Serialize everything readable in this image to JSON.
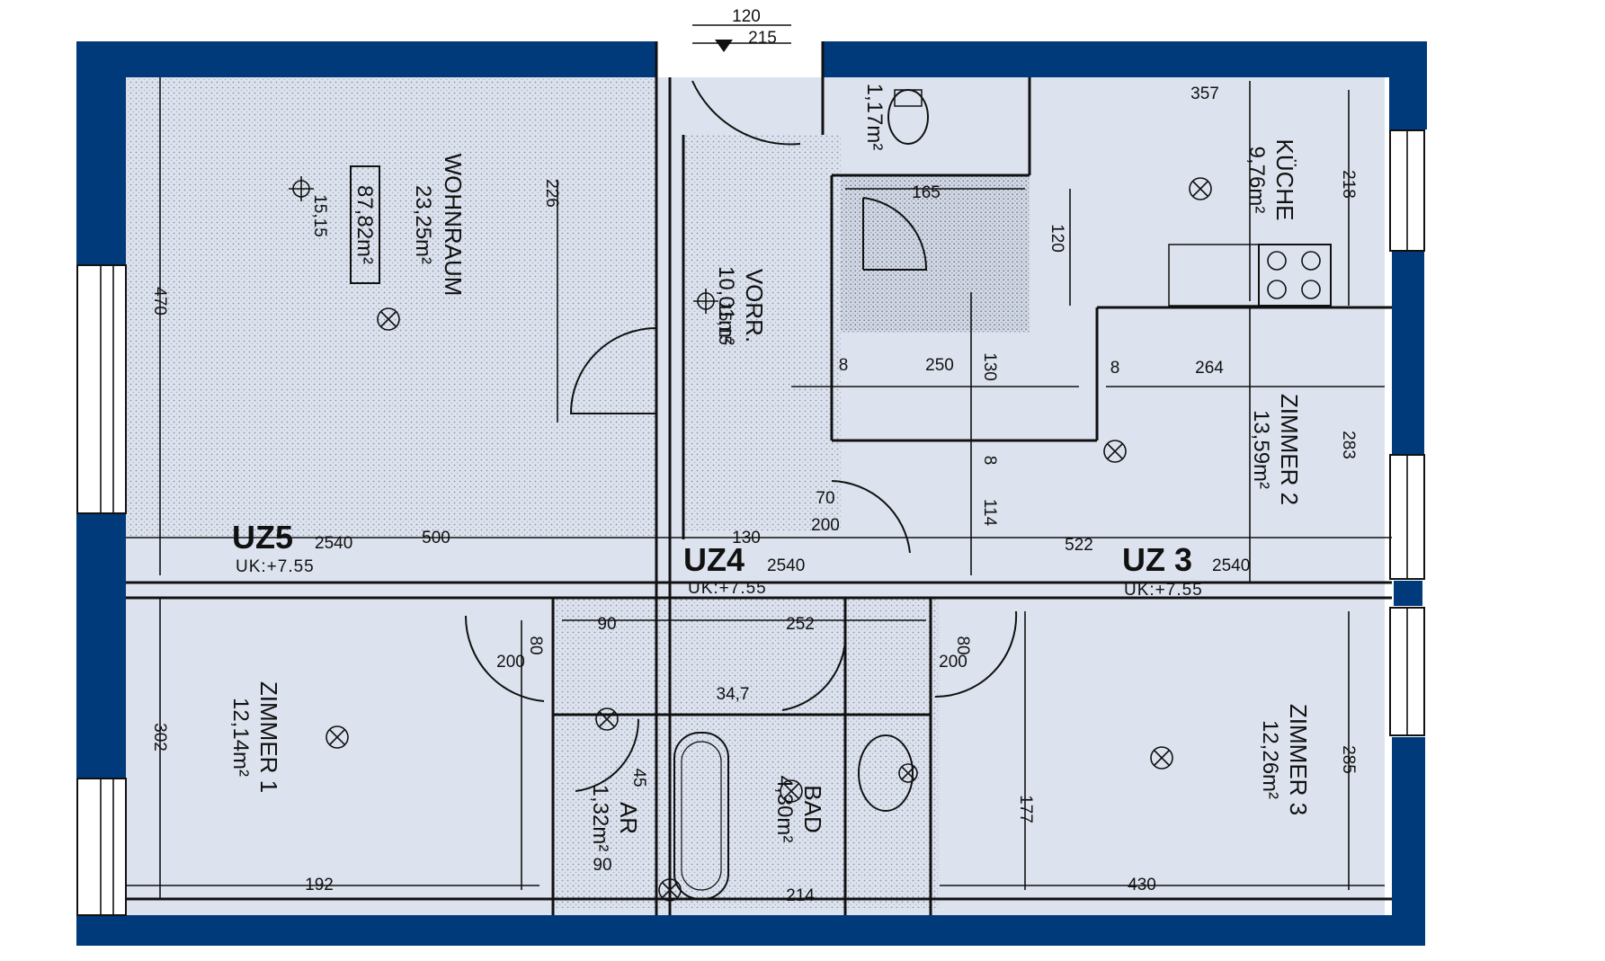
{
  "colors": {
    "wall": "#003a7a",
    "floor": "#dde3ee",
    "floor_dark": "#cfd6e2",
    "ink": "#111111"
  },
  "rooms": {
    "wohnraum": {
      "name": "WOHNRAUM",
      "area": "23,25m²"
    },
    "total": {
      "area": "87,82m²"
    },
    "vorr": {
      "name": "VORR.",
      "area": "10,01m²"
    },
    "wc": {
      "area": "1,17m²"
    },
    "kueche": {
      "name": "KÜCHE",
      "area": "9,76m²"
    },
    "zimmer2": {
      "name": "ZIMMER 2",
      "area": "13,59m²"
    },
    "zimmer1": {
      "name": "ZIMMER 1",
      "area": "12,14m²"
    },
    "ar": {
      "name": "AR",
      "area": "1,32m²"
    },
    "bad": {
      "name": "BAD",
      "area": "4,30m²"
    },
    "zimmer3": {
      "name": "ZIMMER 3",
      "area": "12,26m²"
    }
  },
  "zones": {
    "uz5": {
      "label": "UZ5",
      "height": "2540",
      "uk": "UK:+7.55"
    },
    "uz4": {
      "label": "UZ4",
      "height": "2540",
      "uk": "UK:+7.55"
    },
    "uz3": {
      "label": "UZ 3",
      "height": "2540",
      "uk": "UK:+7.55"
    }
  },
  "dimensions": {
    "top_120": "120",
    "top_215": "215",
    "d_500": "500",
    "d_130a": "130",
    "d_522": "522",
    "d_250": "250",
    "d_130b": "130",
    "d_8a": "8",
    "d_8b": "8",
    "d_264": "264",
    "d_70": "70",
    "d_200": "200",
    "d_114": "114",
    "d_8c": "8",
    "d_90": "90",
    "d_252": "252",
    "d_347": "34,7",
    "d_80a": "80",
    "d_200a": "200",
    "d_80b": "80",
    "d_200b": "200",
    "d_45": "45",
    "d_90b": "90",
    "d_192": "192",
    "d_214": "214",
    "d_430": "430",
    "d_470": "470",
    "d_302": "302",
    "d_285": "285",
    "d_177": "177",
    "d_226": "226",
    "d_165": "165",
    "d_120b": "120",
    "d_357": "357",
    "d_218": "218",
    "d_283": "283",
    "d_1515a": "15,15",
    "d_1515b": "15,15"
  }
}
